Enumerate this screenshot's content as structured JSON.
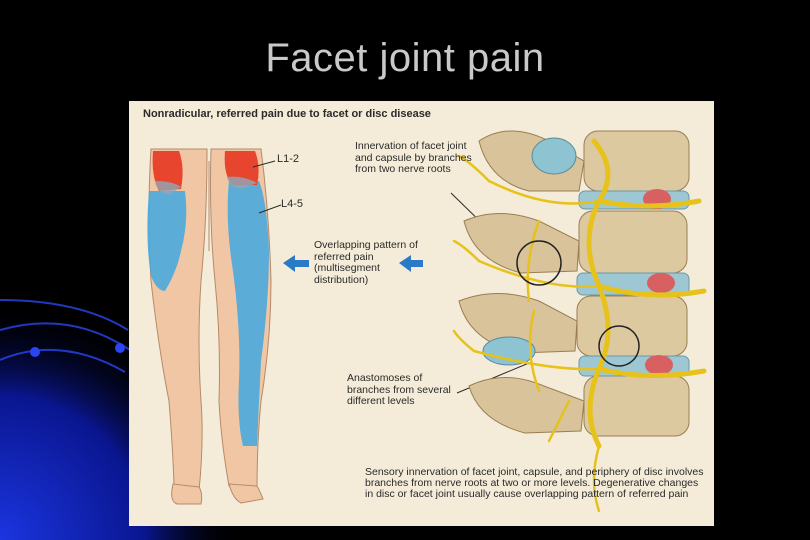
{
  "slide": {
    "title": "Facet joint pain"
  },
  "figure": {
    "heading": "Nonradicular, referred pain due to facet or disc disease",
    "labels": {
      "innervation": "Innervation of facet joint and capsule by branches from two nerve roots",
      "l1_2": "L1-2",
      "l4_5": "L4-5",
      "overlapping": "Overlapping pattern of referred pain (multisegment distribution)",
      "anastomoses": "Anastomoses of branches from several different levels",
      "sensory": "Sensory innervation of facet joint, capsule, and periphery of disc involves branches from nerve roots at two or more levels. Degenerative changes in disc or facet joint usually cause overlapping pattern of referred pain"
    }
  },
  "colors": {
    "slide_background": "#000000",
    "accent_blue": "#1a3ad8",
    "title_text": "#c9c9c9",
    "figure_background": "#f4ecd8",
    "pain_blue": "#4aa8dc",
    "pain_red": "#e8452e",
    "nerve_yellow": "#e6c21a",
    "bone": "#dcc9a0"
  }
}
